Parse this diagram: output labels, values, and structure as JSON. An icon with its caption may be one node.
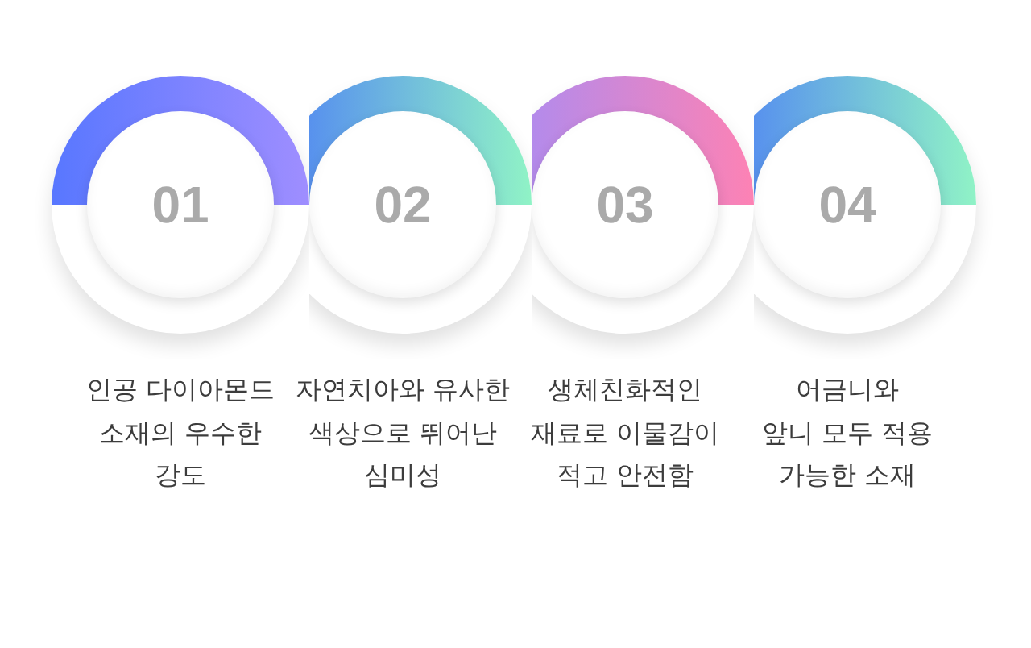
{
  "diagram": {
    "nodes": [
      {
        "text": [
          "01"
        ],
        "beside": [
          "인공 다이아몬드 소재의 우수한 강도"
        ]
      },
      {
        "text": [
          "02"
        ],
        "beside": [
          "자연치아와 유사한 색상으로 뛰어난 심미성"
        ]
      },
      {
        "text": [
          "03"
        ],
        "beside": [
          "생체친화적인 재료로 이물감이 적고 안전함"
        ]
      },
      {
        "text": [
          "04"
        ],
        "beside": [
          "어금니와 앞니 모두 적용 가능한 소재"
        ]
      }
    ]
  }
}
